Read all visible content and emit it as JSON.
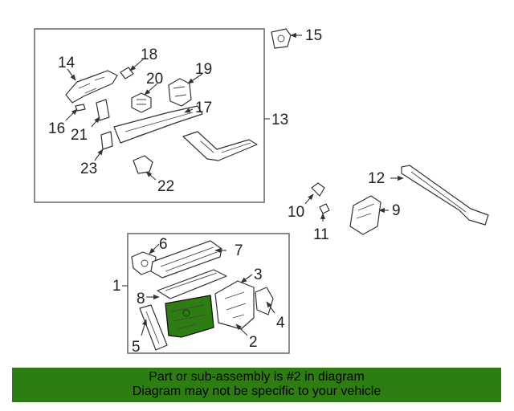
{
  "diagram": {
    "callouts": {
      "c1": "1",
      "c2": "2",
      "c3": "3",
      "c4": "4",
      "c5": "5",
      "c6": "6",
      "c7": "7",
      "c8": "8",
      "c9": "9",
      "c10": "10",
      "c11": "11",
      "c12": "12",
      "c13": "13",
      "c14": "14",
      "c15": "15",
      "c16": "16",
      "c17": "17",
      "c18": "18",
      "c19": "19",
      "c20": "20",
      "c21": "21",
      "c22": "22",
      "c23": "23"
    },
    "highlight_color": "#2e7d12"
  },
  "banner": {
    "line1": "Part or sub-assembly is #2 in diagram",
    "line2": "Diagram may not be specific to your vehicle",
    "background": "#2e7d12"
  }
}
